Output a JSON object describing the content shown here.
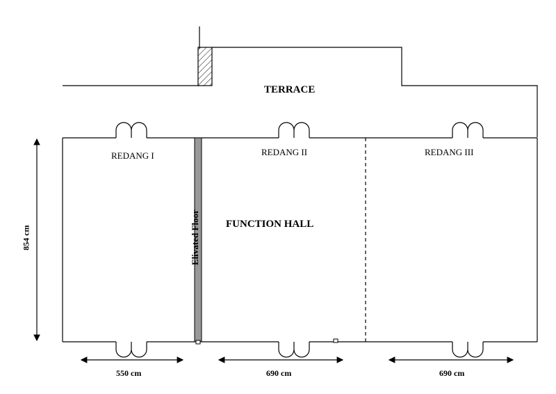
{
  "terrace_label": "TERRACE",
  "hall_label": "FUNCTION HALL",
  "rooms": [
    "REDANG I",
    "REDANG II",
    "REDANG III"
  ],
  "elevated_label": "Elivated Floor",
  "dimensions": {
    "height": "854 cm",
    "widths": [
      "550 cm",
      "690 cm",
      "690 cm"
    ]
  },
  "colors": {
    "line": "#000000",
    "elevated_floor": "#999999"
  }
}
